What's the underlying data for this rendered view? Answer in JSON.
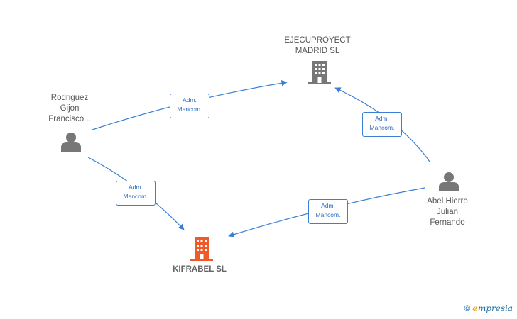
{
  "nodes": {
    "ejecuproyect": {
      "type": "company",
      "lines": [
        "EJECUPROYECT",
        "MADRID  SL"
      ],
      "color": "#777777"
    },
    "kifrabel": {
      "type": "company",
      "lines": [
        "KIFRABEL  SL"
      ],
      "color": "#f05a28"
    },
    "rodriguez": {
      "type": "person",
      "lines": [
        "Rodriguez",
        "Gijon",
        "Francisco..."
      ],
      "color": "#777777"
    },
    "abel": {
      "type": "person",
      "lines": [
        "Abel Hierro",
        "Julian",
        "Fernando"
      ],
      "color": "#777777"
    }
  },
  "edges": [
    {
      "from": "rodriguez",
      "to": "ejecuproyect",
      "label": [
        "Adm.",
        "Mancom."
      ]
    },
    {
      "from": "rodriguez",
      "to": "kifrabel",
      "label": [
        "Adm.",
        "Mancom."
      ]
    },
    {
      "from": "abel",
      "to": "ejecuproyect",
      "label": [
        "Adm.",
        "Mancom."
      ]
    },
    {
      "from": "abel",
      "to": "kifrabel",
      "label": [
        "Adm.",
        "Mancom."
      ]
    }
  ],
  "colors": {
    "edge": "#3a7fd5"
  },
  "watermark": {
    "symbol": "©",
    "brand_initial": "e",
    "brand_rest": "mpresia"
  }
}
